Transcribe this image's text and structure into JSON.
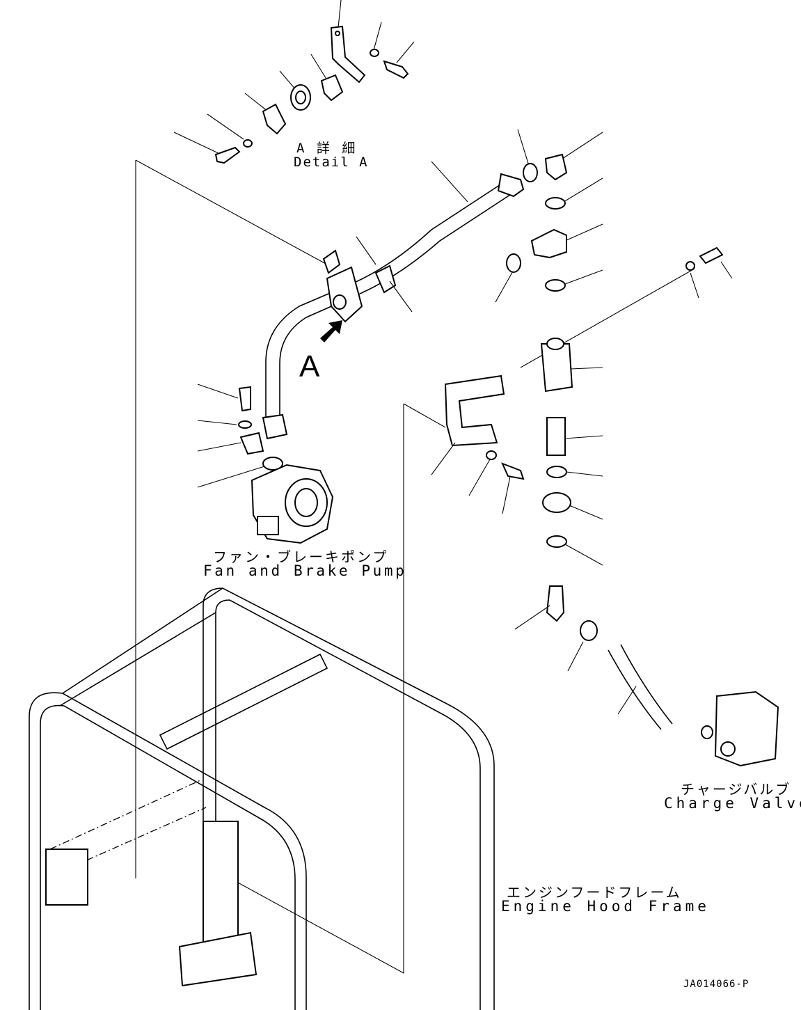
{
  "labels": {
    "detail_a_jp": "A 詳 細",
    "detail_a_en": "Detail A",
    "view_marker": "A",
    "pump_jp": "ファン・ブレーキポンプ",
    "pump_en": "Fan and Brake Pump",
    "charge_valve_jp": "チャージバルブ",
    "charge_valve_en": "Charge Valve",
    "hood_frame_jp": "エンジンフードフレーム",
    "hood_frame_en": "Engine Hood Frame",
    "drawing_code": "JA014066-P"
  }
}
